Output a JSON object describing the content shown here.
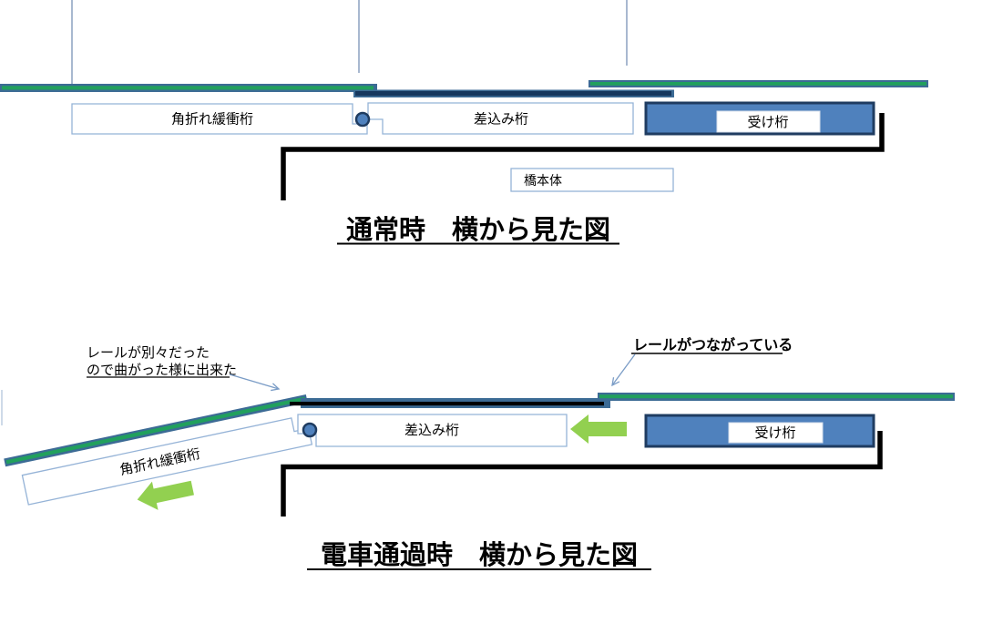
{
  "top_diagram": {
    "title": "通常時　横から見た図",
    "labels": {
      "buffer_girder": "角折れ緩衝桁",
      "insert_girder": "差込み桁",
      "receive_girder": "受け桁",
      "bridge_body": "橋本体"
    }
  },
  "bottom_diagram": {
    "title": "電車通過時　横から見た図",
    "labels": {
      "buffer_girder": "角折れ緩衝桁",
      "insert_girder": "差込み桁",
      "receive_girder": "受け桁"
    },
    "annotations": {
      "rails_separate_line1": "レールが別々だった",
      "rails_separate_line2": "ので曲がった様に出来た",
      "rails_connected": "レールがつながっている"
    }
  },
  "colors": {
    "rail_frame": "#3C6B95",
    "rail_stripe": "#21A05D",
    "girder_dark": "#16375E",
    "girder_fill": "#4F81BD",
    "girder_border": "#1F3C61",
    "label_box_border": "#95B3D7",
    "motion_arrow": "#92D050",
    "leader": "#7A9CC6",
    "guide_line": "#6D89B0",
    "outline": "#000000"
  }
}
